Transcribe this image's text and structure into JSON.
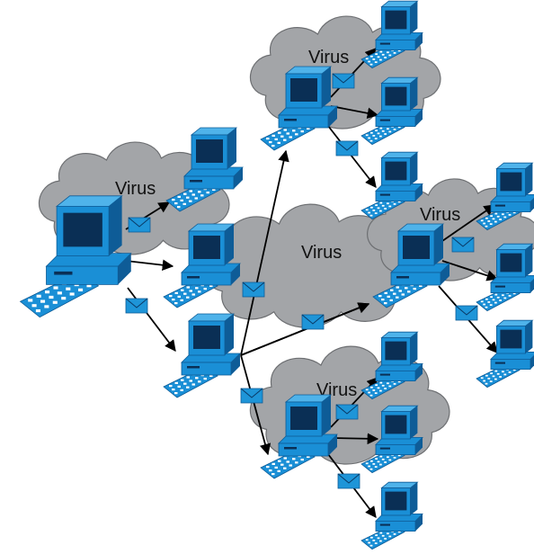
{
  "colors": {
    "cloud_fill": "#a3a5a8",
    "cloud_stroke": "#6d6f72",
    "computer_blue": "#1a8fd6",
    "computer_dark": "#0e5c97",
    "screen": "#0a2f55",
    "envelope": "#1e95d8",
    "edge": "#000000"
  },
  "clouds": [
    {
      "label": "Virus"
    },
    {
      "label": "Virus"
    },
    {
      "label": "Virus"
    },
    {
      "label": "Virus"
    },
    {
      "label": "Virus"
    }
  ],
  "nodes": [
    {
      "icon": "desktop-computer-icon",
      "role": "source"
    },
    {
      "icon": "desktop-computer-icon"
    },
    {
      "icon": "desktop-computer-icon"
    },
    {
      "icon": "desktop-computer-icon"
    },
    {
      "icon": "desktop-computer-icon"
    },
    {
      "icon": "desktop-computer-icon"
    },
    {
      "icon": "desktop-computer-icon"
    },
    {
      "icon": "desktop-computer-icon"
    },
    {
      "icon": "desktop-computer-icon"
    },
    {
      "icon": "desktop-computer-icon"
    },
    {
      "icon": "desktop-computer-icon"
    },
    {
      "icon": "desktop-computer-icon"
    },
    {
      "icon": "desktop-computer-icon"
    },
    {
      "icon": "desktop-computer-icon"
    },
    {
      "icon": "desktop-computer-icon"
    },
    {
      "icon": "desktop-computer-icon"
    },
    {
      "icon": "desktop-computer-icon"
    }
  ],
  "edges": [
    {
      "from": 0,
      "to": 1
    },
    {
      "from": 0,
      "to": 2,
      "envelope": true
    },
    {
      "from": 0,
      "to": 3
    },
    {
      "from": 3,
      "to": 4
    },
    {
      "from": 3,
      "to": 5
    },
    {
      "from": 3,
      "to": 6
    },
    {
      "from": 3,
      "to": 7
    },
    {
      "from": 4,
      "to": 8
    },
    {
      "from": 4,
      "to": 9
    },
    {
      "from": 4,
      "to": 10
    },
    {
      "from": 6,
      "to": 11
    },
    {
      "from": 6,
      "to": 12
    },
    {
      "from": 6,
      "to": 13
    },
    {
      "from": 7,
      "to": 14
    },
    {
      "from": 7,
      "to": 15
    },
    {
      "from": 7,
      "to": 16
    }
  ],
  "envelope_icon": "email-envelope-icon"
}
